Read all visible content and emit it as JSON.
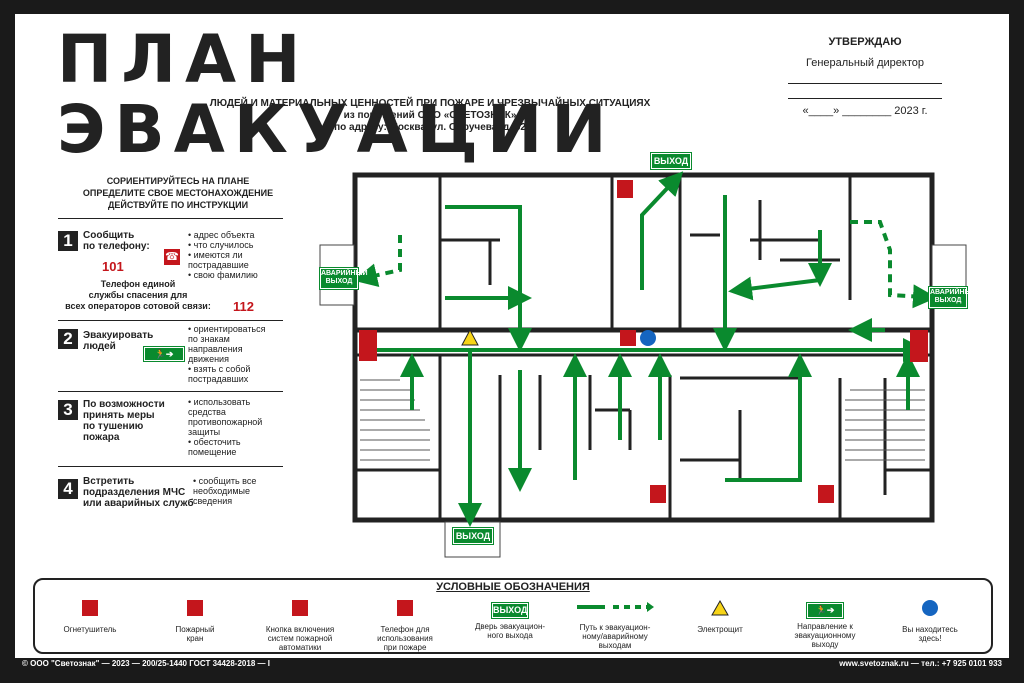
{
  "header": {
    "title": "ПЛАН ЭВАКУАЦИИ",
    "subtitle_line1": "ЛЮДЕЙ И МАТЕРИАЛЬНЫХ ЦЕННОСТЕЙ ПРИ ПОЖАРЕ И ЧРЕЗВЫЧАЙНЫХ СИТУАЦИЯХ",
    "subtitle_line2": "из помещений ООО «СВЕТОЗНАК»",
    "subtitle_line3": "по адресу: Москва, ул. Обручева, д. 52"
  },
  "approval": {
    "heading": "УТВЕРЖДАЮ",
    "position": "Генеральный директор",
    "date_line": "«____» ________ 2023 г."
  },
  "instructions": {
    "heading_line1": "СОРИЕНТИРУЙТЕСЬ НА ПЛАНЕ",
    "heading_line2": "ОПРЕДЕЛИТЕ СВОЕ МЕСТОНАХОЖДЕНИЕ",
    "heading_line3": "ДЕЙСТВУЙТЕ ПО ИНСТРУКЦИИ",
    "steps": [
      {
        "num": "1",
        "title_line1": "Сообщить",
        "title_line2": "по телефону:",
        "phone": "101",
        "extra_line1": "Телефон единой",
        "extra_line2": "службы спасения для",
        "extra_line3": "всех операторов сотовой связи:",
        "phone2": "112",
        "bullets": [
          "• адрес объекта",
          "• что случилось",
          "• имеются ли",
          "  пострадавшие",
          "• свою фамилию"
        ]
      },
      {
        "num": "2",
        "title_line1": "Эвакуировать",
        "title_line2": "людей",
        "bullets": [
          "• ориентироваться",
          "  по знакам",
          "  направления",
          "  движения",
          "• взять с собой",
          "  пострадавших"
        ]
      },
      {
        "num": "3",
        "title_line1": "По возможности",
        "title_line2": "принять меры",
        "title_line3": "по тушению",
        "title_line4": "пожара",
        "bullets": [
          "• использовать",
          "  средства",
          "  противопожарной",
          "  защиты",
          "• обесточить",
          "  помещение"
        ]
      },
      {
        "num": "4",
        "title_line1": "Встретить",
        "title_line2": "подразделения МЧС",
        "title_line3": "или аварийных служб",
        "bullets": [
          "• сообщить все",
          "  необходимые",
          "  сведения"
        ]
      }
    ]
  },
  "plan": {
    "exit_label": "ВЫХОД",
    "emergency_exit_line1": "АВАРИЙНЫЙ",
    "emergency_exit_line2": "ВЫХОД"
  },
  "legend": {
    "title": "УСЛОВНЫЕ ОБОЗНАЧЕНИЯ",
    "items": [
      {
        "icon": "fire-extinguisher-icon",
        "label_line1": "Огнетушитель",
        "label_line2": "",
        "label_line3": ""
      },
      {
        "icon": "fire-hydrant-icon",
        "label_line1": "Пожарный",
        "label_line2": "кран",
        "label_line3": ""
      },
      {
        "icon": "alarm-button-icon",
        "label_line1": "Кнопка включения",
        "label_line2": "систем пожарной",
        "label_line3": "автоматики"
      },
      {
        "icon": "fire-phone-icon",
        "label_line1": "Телефон для",
        "label_line2": "использования",
        "label_line3": "при пожаре"
      },
      {
        "icon": "exit-sign-icon",
        "sign_text": "ВЫХОД",
        "label_line1": "Дверь эвакуацион-",
        "label_line2": "ного  выхода",
        "label_line3": ""
      },
      {
        "icon": "evacuation-route-icon",
        "label_line1": "Путь к эвакуацион-",
        "label_line2": "ному/аварийному",
        "label_line3": "выходам"
      },
      {
        "icon": "electrical-panel-icon",
        "label_line1": "Электрощит",
        "label_line2": "",
        "label_line3": ""
      },
      {
        "icon": "exit-direction-icon",
        "label_line1": "Направление к",
        "label_line2": "эвакуационному",
        "label_line3": "выходу"
      },
      {
        "icon": "you-are-here-icon",
        "label_line1": "Вы находитесь",
        "label_line2": "здесь!",
        "label_line3": ""
      }
    ]
  },
  "footer": {
    "left": "© ООО \"Светознак\" — 2023 — 200/25-1440  ГОСТ 34428-2018 — I",
    "right": "www.svetoznak.ru — тел.: +7 925 0101 933"
  },
  "colors": {
    "green": "#0a8a2e",
    "red": "#c4161c",
    "blue": "#1565c0",
    "dark": "#222222"
  }
}
